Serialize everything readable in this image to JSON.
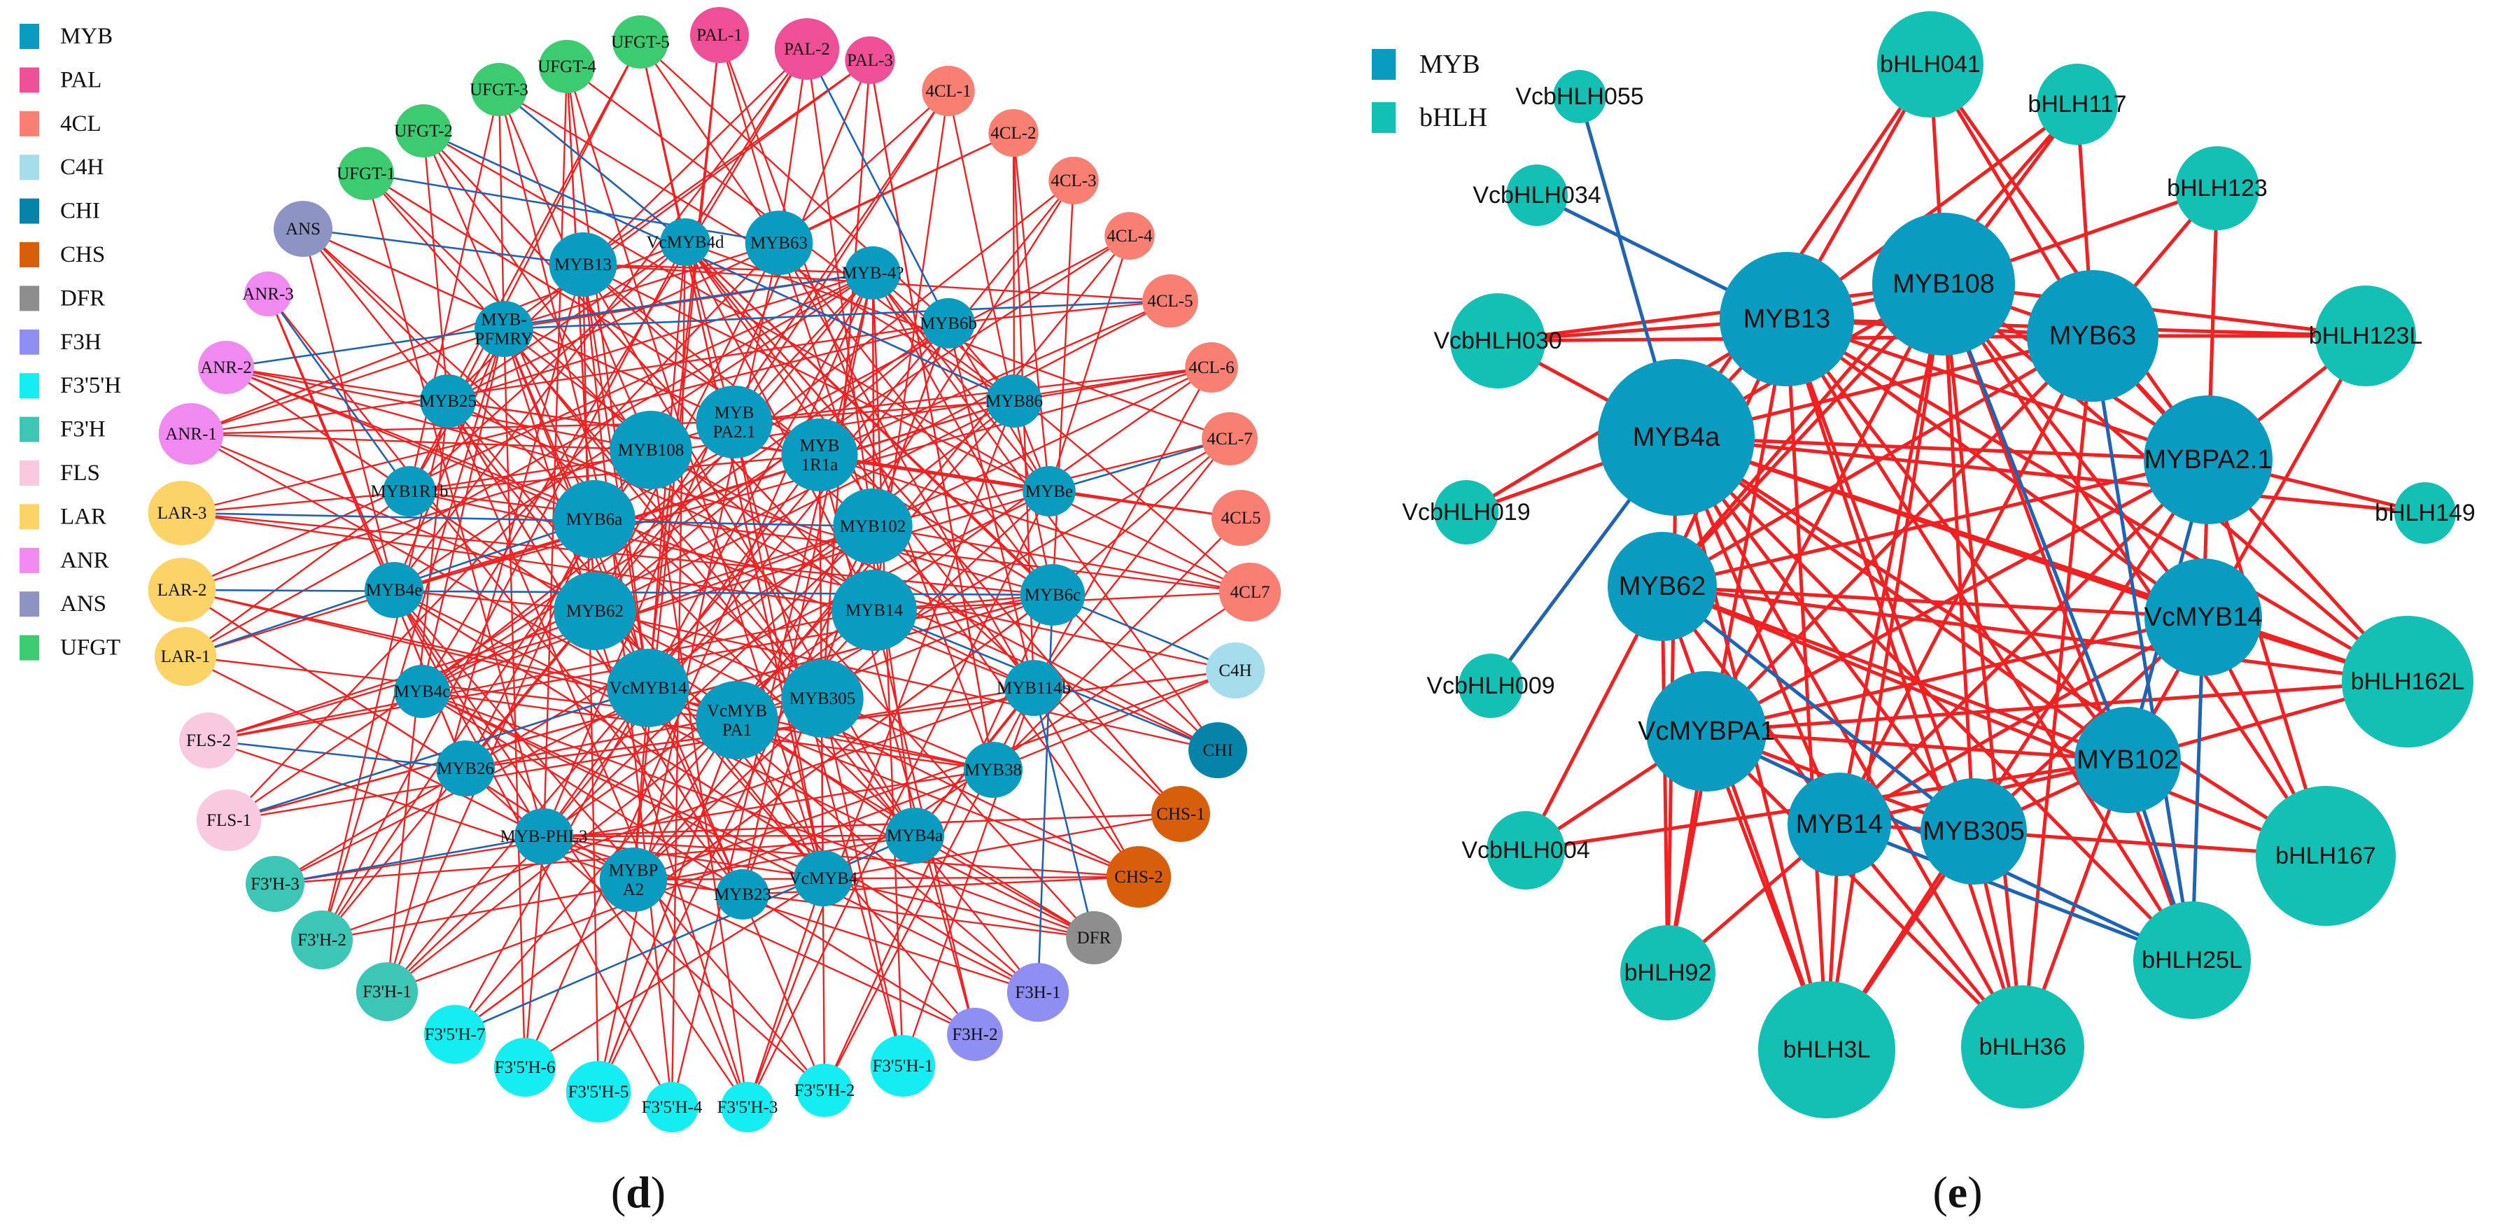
{
  "captions": {
    "d": {
      "open": "(",
      "letter": "d",
      "close": ")"
    },
    "e": {
      "open": "(",
      "letter": "e",
      "close": ")"
    }
  },
  "colors": {
    "MYB": "#0A9BC0",
    "PAL": "#EE4F96",
    "4CL": "#F97F73",
    "C4H": "#A4DCEB",
    "CHI": "#0583A9",
    "CHS": "#D95E0B",
    "DFR": "#8E8E8E",
    "F3H": "#8F8FF3",
    "F3'5'H": "#14EEF2",
    "F3'H": "#3CC6B6",
    "FLS": "#F9C9E0",
    "LAR": "#FBD367",
    "ANR": "#F08AF0",
    "ANS": "#8D93C2",
    "UFGT": "#3CCB70",
    "bHLH": "#13C0B4",
    "edge_positive": "#F22020",
    "edge_negative": "#1F64B4"
  },
  "legend_d": [
    {
      "key": "MYB",
      "label": "MYB"
    },
    {
      "key": "PAL",
      "label": "PAL"
    },
    {
      "key": "4CL",
      "label": "4CL"
    },
    {
      "key": "C4H",
      "label": "C4H"
    },
    {
      "key": "CHI",
      "label": "CHI"
    },
    {
      "key": "CHS",
      "label": "CHS"
    },
    {
      "key": "DFR",
      "label": "DFR"
    },
    {
      "key": "F3H",
      "label": "F3H"
    },
    {
      "key": "F3'5'H",
      "label": "F3'5'H"
    },
    {
      "key": "F3'H",
      "label": "F3'H"
    },
    {
      "key": "FLS",
      "label": "FLS"
    },
    {
      "key": "LAR",
      "label": "LAR"
    },
    {
      "key": "ANR",
      "label": "ANR"
    },
    {
      "key": "ANS",
      "label": "ANS"
    },
    {
      "key": "UFGT",
      "label": "UFGT"
    }
  ],
  "legend_e": [
    {
      "key": "MYB",
      "label": "MYB"
    },
    {
      "key": "bHLH",
      "label": "bHLH"
    }
  ],
  "network_d": {
    "nodes": [
      {
        "id": "UFGT-4",
        "label": "UFGT-4",
        "group": "UFGT"
      },
      {
        "id": "UFGT-5",
        "label": "UFGT-5",
        "group": "UFGT"
      },
      {
        "id": "PAL-1",
        "label": "PAL-1",
        "group": "PAL"
      },
      {
        "id": "PAL-2",
        "label": "PAL-2",
        "group": "PAL"
      },
      {
        "id": "PAL-3",
        "label": "PAL-3",
        "group": "PAL"
      },
      {
        "id": "UFGT-3",
        "label": "UFGT-3",
        "group": "UFGT"
      },
      {
        "id": "UFGT-2",
        "label": "UFGT-2",
        "group": "UFGT"
      },
      {
        "id": "UFGT-1",
        "label": "UFGT-1",
        "group": "UFGT"
      },
      {
        "id": "4CL-1",
        "label": "4CL-1",
        "group": "4CL"
      },
      {
        "id": "4CL-2",
        "label": "4CL-2",
        "group": "4CL"
      },
      {
        "id": "4CL-3",
        "label": "4CL-3",
        "group": "4CL"
      },
      {
        "id": "4CL-4",
        "label": "4CL-4",
        "group": "4CL"
      },
      {
        "id": "4CL-5",
        "label": "4CL-5",
        "group": "4CL"
      },
      {
        "id": "4CL-6",
        "label": "4CL-6",
        "group": "4CL"
      },
      {
        "id": "4CL-7",
        "label": "4CL-7",
        "group": "4CL"
      },
      {
        "id": "4CL5",
        "label": "4CL5",
        "group": "4CL"
      },
      {
        "id": "4CL7",
        "label": "4CL7",
        "group": "4CL"
      },
      {
        "id": "ANS",
        "label": "ANS",
        "group": "ANS"
      },
      {
        "id": "ANR-3",
        "label": "ANR-3",
        "group": "ANR"
      },
      {
        "id": "ANR-2",
        "label": "ANR-2",
        "group": "ANR"
      },
      {
        "id": "ANR-1",
        "label": "ANR-1",
        "group": "ANR"
      },
      {
        "id": "LAR-3",
        "label": "LAR-3",
        "group": "LAR"
      },
      {
        "id": "LAR-2",
        "label": "LAR-2",
        "group": "LAR"
      },
      {
        "id": "LAR-1",
        "label": "LAR-1",
        "group": "LAR"
      },
      {
        "id": "FLS-2",
        "label": "FLS-2",
        "group": "FLS"
      },
      {
        "id": "FLS-1",
        "label": "FLS-1",
        "group": "FLS"
      },
      {
        "id": "F3'H-3",
        "label": "F3'H-3",
        "group": "F3'H"
      },
      {
        "id": "F3'H-2",
        "label": "F3'H-2",
        "group": "F3'H"
      },
      {
        "id": "F3'H-1",
        "label": "F3'H-1",
        "group": "F3'H"
      },
      {
        "id": "F3'5'H-7",
        "label": "F3'5'H-7",
        "group": "F3'5'H"
      },
      {
        "id": "F3'5'H-6",
        "label": "F3'5'H-6",
        "group": "F3'5'H"
      },
      {
        "id": "F3'5'H-5",
        "label": "F3'5'H-5",
        "group": "F3'5'H"
      },
      {
        "id": "F3'5'H-4",
        "label": "F3'5'H-4",
        "group": "F3'5'H"
      },
      {
        "id": "F3'5'H-3",
        "label": "F3'5'H-3",
        "group": "F3'5'H"
      },
      {
        "id": "F3'5'H-2",
        "label": "F3'5'H-2",
        "group": "F3'5'H"
      },
      {
        "id": "F3'5'H-1",
        "label": "F3'5'H-1",
        "group": "F3'5'H"
      },
      {
        "id": "F3H-2",
        "label": "F3H-2",
        "group": "F3H"
      },
      {
        "id": "F3H-1",
        "label": "F3H-1",
        "group": "F3H"
      },
      {
        "id": "DFR",
        "label": "DFR",
        "group": "DFR"
      },
      {
        "id": "CHS-2",
        "label": "CHS-2",
        "group": "CHS"
      },
      {
        "id": "CHS-1",
        "label": "CHS-1",
        "group": "CHS"
      },
      {
        "id": "CHI",
        "label": "CHI",
        "group": "CHI"
      },
      {
        "id": "C4H",
        "label": "C4H",
        "group": "C4H"
      },
      {
        "id": "MYB13",
        "label": "MYB13",
        "group": "MYB"
      },
      {
        "id": "VcMYB4d",
        "label": "VcMYB4d",
        "group": "MYB"
      },
      {
        "id": "MYB63",
        "label": "MYB63",
        "group": "MYB"
      },
      {
        "id": "MYB-4?",
        "label": "MYB-4?",
        "group": "MYB"
      },
      {
        "id": "MYB-PFMRY",
        "label": "MYB-\nPFMRY",
        "group": "MYB"
      },
      {
        "id": "MYB6b",
        "label": "MYB6b",
        "group": "MYB"
      },
      {
        "id": "MYB25",
        "label": "MYB25",
        "group": "MYB"
      },
      {
        "id": "MYBPA2.1",
        "label": "MYB\nPA2.1",
        "group": "MYB"
      },
      {
        "id": "MYB1R1a",
        "label": "MYB\n1R1a",
        "group": "MYB"
      },
      {
        "id": "MYB86",
        "label": "MYB86",
        "group": "MYB"
      },
      {
        "id": "MYB108",
        "label": "MYB108",
        "group": "MYB"
      },
      {
        "id": "MYB1R1b",
        "label": "MYB1R1b",
        "group": "MYB"
      },
      {
        "id": "MYB6a",
        "label": "MYB6a",
        "group": "MYB"
      },
      {
        "id": "MYB102",
        "label": "MYB102",
        "group": "MYB"
      },
      {
        "id": "MYBe",
        "label": "MYBe",
        "group": "MYB"
      },
      {
        "id": "MYB4e",
        "label": "MYB4e",
        "group": "MYB"
      },
      {
        "id": "MYB62",
        "label": "MYB62",
        "group": "MYB"
      },
      {
        "id": "MYB14",
        "label": "MYB14",
        "group": "MYB"
      },
      {
        "id": "MYB6c",
        "label": "MYB6c",
        "group": "MYB"
      },
      {
        "id": "MYB4c",
        "label": "MYB4c",
        "group": "MYB"
      },
      {
        "id": "VcMYB14",
        "label": "VcMYB14",
        "group": "MYB"
      },
      {
        "id": "VcMYBPA1",
        "label": "VcMYB\nPA1",
        "group": "MYB"
      },
      {
        "id": "MYB305",
        "label": "MYB305",
        "group": "MYB"
      },
      {
        "id": "MYB114b",
        "label": "MYB114b",
        "group": "MYB"
      },
      {
        "id": "MYB26",
        "label": "MYB26",
        "group": "MYB"
      },
      {
        "id": "MYB38",
        "label": "MYB38",
        "group": "MYB"
      },
      {
        "id": "MYB-PHL3",
        "label": "MYB-PHL3",
        "group": "MYB"
      },
      {
        "id": "MYB4a",
        "label": "MYB4a",
        "group": "MYB"
      },
      {
        "id": "MYBPA2",
        "label": "MYBP\nA2",
        "group": "MYB"
      },
      {
        "id": "MYB23",
        "label": "MYB23",
        "group": "MYB"
      },
      {
        "id": "VcMYB4",
        "label": "VcMYB4",
        "group": "MYB"
      }
    ],
    "negative_edges": [
      [
        "ANR-2",
        "MYB-4?"
      ],
      [
        "UFGT-2",
        "MYB86"
      ],
      [
        "ANS",
        "MYB13"
      ],
      [
        "PAL-2",
        "MYB6b"
      ],
      [
        "LAR-3",
        "MYB102"
      ],
      [
        "LAR-2",
        "MYB6c"
      ],
      [
        "LAR-1",
        "MYB6a"
      ],
      [
        "FLS-1",
        "VcMYB14"
      ],
      [
        "F3'5'H-7",
        "MYB4a"
      ],
      [
        "F3H-1",
        "MYB6c"
      ],
      [
        "CHI",
        "MYB14"
      ],
      [
        "ANR-3",
        "MYB1R1b"
      ],
      [
        "4CL-5",
        "MYB-PFMRY"
      ],
      [
        "UFGT-3",
        "VcMYB4d"
      ],
      [
        "FLS-2",
        "MYB26"
      ],
      [
        "F3'H-3",
        "MYB-PHL3"
      ],
      [
        "4CL-7",
        "MYBe"
      ],
      [
        "C4H",
        "MYB6c"
      ],
      [
        "UFGT-1",
        "MYB63"
      ],
      [
        "DFR",
        "MYB114b"
      ]
    ]
  },
  "network_e": {
    "nodes": [
      {
        "id": "bHLH041",
        "label": "bHLH041",
        "group": "bHLH"
      },
      {
        "id": "VcbHLH055",
        "label": "VcbHLH055",
        "group": "bHLH"
      },
      {
        "id": "bHLH117",
        "label": "bHLH117",
        "group": "bHLH"
      },
      {
        "id": "VcbHLH034",
        "label": "VcbHLH034",
        "group": "bHLH"
      },
      {
        "id": "bHLH123",
        "label": "bHLH123",
        "group": "bHLH"
      },
      {
        "id": "VcbHLH030",
        "label": "VcbHLH030",
        "group": "bHLH"
      },
      {
        "id": "bHLH123L",
        "label": "bHLH123L",
        "group": "bHLH"
      },
      {
        "id": "VcbHLH019",
        "label": "VcbHLH019",
        "group": "bHLH"
      },
      {
        "id": "bHLH149",
        "label": "bHLH149",
        "group": "bHLH"
      },
      {
        "id": "VcbHLH009",
        "label": "VcbHLH009",
        "group": "bHLH"
      },
      {
        "id": "bHLH162L",
        "label": "bHLH162L",
        "group": "bHLH"
      },
      {
        "id": "VcbHLH004",
        "label": "VcbHLH004",
        "group": "bHLH"
      },
      {
        "id": "bHLH167",
        "label": "bHLH167",
        "group": "bHLH"
      },
      {
        "id": "bHLH92",
        "label": "bHLH92",
        "group": "bHLH"
      },
      {
        "id": "bHLH25L",
        "label": "bHLH25L",
        "group": "bHLH"
      },
      {
        "id": "bHLH3L",
        "label": "bHLH3L",
        "group": "bHLH"
      },
      {
        "id": "bHLH36",
        "label": "bHLH36",
        "group": "bHLH"
      },
      {
        "id": "MYB108",
        "label": "MYB108",
        "group": "MYB"
      },
      {
        "id": "MYB13",
        "label": "MYB13",
        "group": "MYB"
      },
      {
        "id": "MYB63",
        "label": "MYB63",
        "group": "MYB"
      },
      {
        "id": "MYB4a",
        "label": "MYB4a",
        "group": "MYB"
      },
      {
        "id": "MYBPA2.1",
        "label": "MYBPA2.1",
        "group": "MYB"
      },
      {
        "id": "MYB62",
        "label": "MYB62",
        "group": "MYB"
      },
      {
        "id": "VcMYB14",
        "label": "VcMYB14",
        "group": "MYB"
      },
      {
        "id": "VcMYBPA1",
        "label": "VcMYBPA1",
        "group": "MYB"
      },
      {
        "id": "MYB102",
        "label": "MYB102",
        "group": "MYB"
      },
      {
        "id": "MYB14",
        "label": "MYB14",
        "group": "MYB"
      },
      {
        "id": "MYB305",
        "label": "MYB305",
        "group": "MYB"
      }
    ],
    "negative_edges": [
      [
        "VcbHLH055",
        "MYB4a"
      ],
      [
        "VcbHLH034",
        "MYB13"
      ],
      [
        "VcbHLH009",
        "MYB4a"
      ],
      [
        "MYB108",
        "MYB102"
      ],
      [
        "MYB63",
        "bHLH25L"
      ],
      [
        "MYBPA2.1",
        "MYB102"
      ],
      [
        "VcMYB14",
        "bHLH25L"
      ],
      [
        "MYB14",
        "bHLH25L"
      ],
      [
        "MYB62",
        "MYB305"
      ],
      [
        "VcMYBPA1",
        "bHLH25L"
      ],
      [
        "MYB102",
        "bHLH25L"
      ]
    ],
    "positive_edges": [
      [
        "bHLH041",
        "MYB108"
      ],
      [
        "bHLH041",
        "MYB13"
      ],
      [
        "bHLH041",
        "MYB63"
      ],
      [
        "bHLH041",
        "MYB4a"
      ],
      [
        "bHLH041",
        "MYBPA2.1"
      ],
      [
        "bHLH117",
        "MYB108"
      ],
      [
        "bHLH117",
        "MYB13"
      ],
      [
        "bHLH117",
        "MYB63"
      ],
      [
        "bHLH117",
        "MYB62"
      ],
      [
        "bHLH123",
        "MYB108"
      ],
      [
        "bHLH123",
        "MYB63"
      ],
      [
        "bHLH123",
        "MYBPA2.1"
      ],
      [
        "bHLH123",
        "VcMYB14"
      ],
      [
        "VcbHLH030",
        "MYB13"
      ],
      [
        "VcbHLH030",
        "MYB108"
      ],
      [
        "VcbHLH030",
        "MYB63"
      ],
      [
        "VcbHLH030",
        "MYB4a"
      ],
      [
        "bHLH123L",
        "MYB13"
      ],
      [
        "bHLH123L",
        "MYB108"
      ],
      [
        "bHLH123L",
        "MYB63"
      ],
      [
        "bHLH123L",
        "MYBPA2.1"
      ],
      [
        "bHLH123L",
        "MYB102"
      ],
      [
        "VcbHLH019",
        "MYB4a"
      ],
      [
        "VcbHLH019",
        "MYB13"
      ],
      [
        "bHLH149",
        "MYBPA2.1"
      ],
      [
        "bHLH149",
        "MYB4a"
      ],
      [
        "bHLH162L",
        "MYB4a"
      ],
      [
        "bHLH162L",
        "MYB62"
      ],
      [
        "bHLH162L",
        "MYB108"
      ],
      [
        "bHLH162L",
        "VcMYB14"
      ],
      [
        "bHLH162L",
        "MYB63"
      ],
      [
        "bHLH162L",
        "MYB102"
      ],
      [
        "bHLH162L",
        "VcMYBPA1"
      ],
      [
        "bHLH162L",
        "MYB13"
      ],
      [
        "VcbHLH004",
        "VcMYBPA1"
      ],
      [
        "VcbHLH004",
        "MYB62"
      ],
      [
        "VcbHLH004",
        "MYB102"
      ],
      [
        "bHLH167",
        "MYB4a"
      ],
      [
        "bHLH167",
        "MYB62"
      ],
      [
        "bHLH167",
        "VcMYB14"
      ],
      [
        "bHLH167",
        "MYB108"
      ],
      [
        "bHLH167",
        "MYB305"
      ],
      [
        "bHLH167",
        "MYBPA2.1"
      ],
      [
        "bHLH92",
        "MYB4a"
      ],
      [
        "bHLH92",
        "MYB62"
      ],
      [
        "bHLH92",
        "MYB13"
      ],
      [
        "bHLH92",
        "VcMYBPA1"
      ],
      [
        "bHLH92",
        "MYB14"
      ],
      [
        "bHLH25L",
        "MYB13"
      ],
      [
        "bHLH25L",
        "MYB108"
      ],
      [
        "bHLH25L",
        "MYB4a"
      ],
      [
        "bHLH3L",
        "MYB4a"
      ],
      [
        "bHLH3L",
        "MYB62"
      ],
      [
        "bHLH3L",
        "MYB13"
      ],
      [
        "bHLH3L",
        "MYB108"
      ],
      [
        "bHLH3L",
        "VcMYBPA1"
      ],
      [
        "bHLH3L",
        "MYB14"
      ],
      [
        "bHLH3L",
        "MYB305"
      ],
      [
        "bHLH3L",
        "MYBPA2.1"
      ],
      [
        "bHLH36",
        "MYB4a"
      ],
      [
        "bHLH36",
        "MYB13"
      ],
      [
        "bHLH36",
        "MYB108"
      ],
      [
        "bHLH36",
        "MYB63"
      ],
      [
        "bHLH36",
        "VcMYBPA1"
      ],
      [
        "bHLH36",
        "MYB14"
      ],
      [
        "bHLH36",
        "MYB305"
      ],
      [
        "bHLH36",
        "MYB102"
      ],
      [
        "MYB13",
        "MYB108"
      ],
      [
        "MYB13",
        "MYB63"
      ],
      [
        "MYB13",
        "MYB4a"
      ],
      [
        "MYB13",
        "MYBPA2.1"
      ],
      [
        "MYB13",
        "VcMYB14"
      ],
      [
        "MYB13",
        "MYB62"
      ],
      [
        "MYB13",
        "MYB305"
      ],
      [
        "MYB13",
        "MYB102"
      ],
      [
        "MYB108",
        "MYB63"
      ],
      [
        "MYB108",
        "MYB4a"
      ],
      [
        "MYB108",
        "MYBPA2.1"
      ],
      [
        "MYB108",
        "VcMYB14"
      ],
      [
        "MYB108",
        "MYB62"
      ],
      [
        "MYB108",
        "MYB14"
      ],
      [
        "MYB108",
        "MYB305"
      ],
      [
        "MYB108",
        "VcMYBPA1"
      ],
      [
        "MYB63",
        "MYB4a"
      ],
      [
        "MYB63",
        "MYBPA2.1"
      ],
      [
        "MYB63",
        "MYB62"
      ],
      [
        "MYB63",
        "VcMYBPA1"
      ],
      [
        "MYB63",
        "MYB14"
      ],
      [
        "MYB4a",
        "MYBPA2.1"
      ],
      [
        "MYB4a",
        "VcMYB14"
      ],
      [
        "MYB4a",
        "MYB102"
      ],
      [
        "MYB4a",
        "MYB305"
      ],
      [
        "MYB4a",
        "MYB14"
      ],
      [
        "MYBPA2.1",
        "MYB62"
      ],
      [
        "MYBPA2.1",
        "VcMYBPA1"
      ],
      [
        "MYBPA2.1",
        "MYB14"
      ],
      [
        "MYB62",
        "VcMYB14"
      ],
      [
        "MYB62",
        "MYB102"
      ],
      [
        "MYB62",
        "MYB14"
      ],
      [
        "VcMYB14",
        "VcMYBPA1"
      ],
      [
        "VcMYB14",
        "MYB14"
      ],
      [
        "VcMYB14",
        "MYB305"
      ],
      [
        "VcMYBPA1",
        "MYB102"
      ],
      [
        "VcMYBPA1",
        "MYB305"
      ],
      [
        "MYB102",
        "MYB14"
      ],
      [
        "MYB102",
        "MYB305"
      ],
      [
        "MYB14",
        "MYB305"
      ]
    ]
  }
}
